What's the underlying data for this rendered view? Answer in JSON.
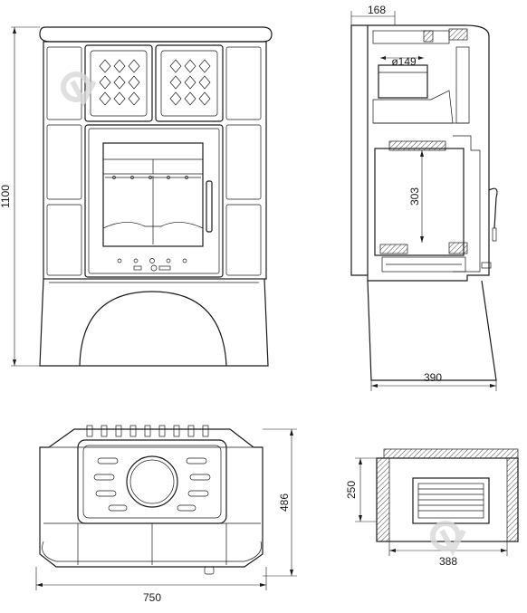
{
  "dimensions": {
    "height_total": "1100",
    "top_offset": "168",
    "flue_diameter": "ø149",
    "firebox_height": "303",
    "depth_total": "390",
    "width_total": "750",
    "depth_plan": "486",
    "firebox_depth": "250",
    "firebox_width": "388"
  },
  "colors": {
    "line": "#1a1a1a",
    "background": "#ffffff",
    "watermark": "#d9d9d9"
  }
}
